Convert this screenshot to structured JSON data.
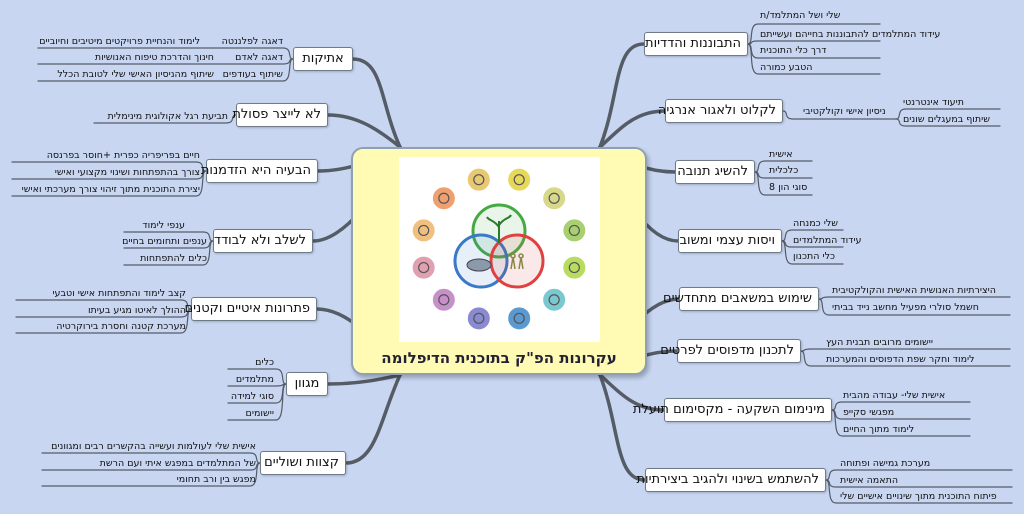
{
  "center": {
    "title": "עקרונות הפ\"ק בתוכנית הדיפלומה"
  },
  "colors": {
    "background": "#c8d6f2",
    "center_fill": "#fffbb4",
    "line": "#555c66",
    "green": "#44aa44",
    "red": "#e04040",
    "blue": "#3a78c8"
  },
  "icons": [
    "leaf-icon",
    "tree-icon",
    "bottle-icon",
    "plant-icon",
    "globe-icon",
    "tap-icon",
    "hand-icon",
    "cycle-icon",
    "recycle-icon",
    "snail-icon",
    "bird-icon",
    "wave-icon"
  ],
  "right": [
    {
      "label": "התבוננות והדדיות",
      "subs": [
        "שלי ושל המתלמד/ת",
        "עידוד המתלמדים להתבוננות בחייהם ועשייתם",
        "דרך כלי התוכנית",
        "הטבע כמורה"
      ]
    },
    {
      "label": "לקלוט ולאגור אנרגיה",
      "mid": "ניסיון אישי וקולקטיבי",
      "subs": [
        "תיעוד אינטרנטי",
        "שיתוף במעגלים שונים"
      ]
    },
    {
      "label": "להשיג תנובה",
      "subs": [
        "אישית",
        "כלכלית",
        "סוגי הון 8"
      ]
    },
    {
      "label": "ויסות עצמי ומשוב",
      "subs": [
        "שלי כמנחה",
        "עידוד המתלמדים",
        "כלי התכנון"
      ]
    },
    {
      "label": "שימוש במשאבים מתחדשים",
      "subs": [
        "היצירתיות האנושית האישית והקולקטיבית",
        "חשמל סולרי מפעיל מחשב נייד בביתי"
      ]
    },
    {
      "label": "לתכנון מדפוסים לפרטים",
      "subs": [
        "יישומים מרובים   תבנית העץ",
        "לימוד וחקר שפת הדפוסים והמערכות"
      ]
    },
    {
      "label": "מינימום השקעה - מקסימום תועלת",
      "subs": [
        "אישית שלי- עבודה מהבית",
        "מפגשי סקייפ",
        "לימוד מתוך החיים"
      ]
    },
    {
      "label": "להשתמש בשינוי ולהגיב ביצירתיות",
      "subs": [
        "מערכת גמישה ופתוחה",
        "התאמה אישית",
        "פיתוח התוכנית מתוך שינויים אישיים שלי"
      ]
    }
  ],
  "left": [
    {
      "label": "אתיקות",
      "subs": [
        {
          "a": "דאגה לפלננטה",
          "b": "לימוד והנחיית פרויקטים מיטיבים וחיוביים"
        },
        {
          "a": "דאגה לאדם",
          "b": "חינוך והדרכת טיפוח האנושיות"
        },
        {
          "a": "שיתוף בעודפים",
          "b": "שיתוף מהניסיון האישי שלי לטובת הכלל"
        }
      ]
    },
    {
      "label": "לא לייצר פסולת",
      "subs": [
        {
          "a": "",
          "b": "תביעת רגל אקולוגית מינימלית"
        }
      ]
    },
    {
      "label": "הבעיה היא הזדמנות",
      "subs": [
        {
          "a": "",
          "b": "חיים בפריפריה כפרית +חוסר בפרנסה"
        },
        {
          "a": "",
          "b": "צורך בהתפתחות ושינוי מקצועי ואישי"
        },
        {
          "a": "",
          "b": "יצירת התוכנית מתוך זיהוי צורך מערכתי ואישי"
        }
      ]
    },
    {
      "label": "לשלב ולא לבודד",
      "subs": [
        {
          "a": "",
          "b": "ענפי לימוד"
        },
        {
          "a": "",
          "b": "ענפים ותחומים בחיים"
        },
        {
          "a": "",
          "b": "כלים להתפתחות"
        }
      ]
    },
    {
      "label": "פתרונות איטיים וקטנים",
      "subs": [
        {
          "a": "",
          "b": "קצב לימוד והתפתחות אישי וטבעי"
        },
        {
          "a": "",
          "b": "ההולך לאיטו מגיע בעיתו"
        },
        {
          "a": "",
          "b": "מערכת קטנה וחסרת בירוקרטיה"
        }
      ]
    },
    {
      "label": "מגוון",
      "subs": [
        {
          "a": "",
          "b": "כלים"
        },
        {
          "a": "",
          "b": "מתלמדים"
        },
        {
          "a": "",
          "b": "סוגי למידה"
        },
        {
          "a": "",
          "b": "יישומים"
        }
      ]
    },
    {
      "label": "קצוות ושוליים",
      "subs": [
        {
          "a": "",
          "b": "אישית שלי לעולמות ועשייה בהקשרים רבים ומגוונים"
        },
        {
          "a": "",
          "b": "של המתלמדים במפגש איתי ועם הרשת"
        },
        {
          "a": "",
          "b": "מפגש בין ורב תחומי"
        }
      ]
    }
  ]
}
